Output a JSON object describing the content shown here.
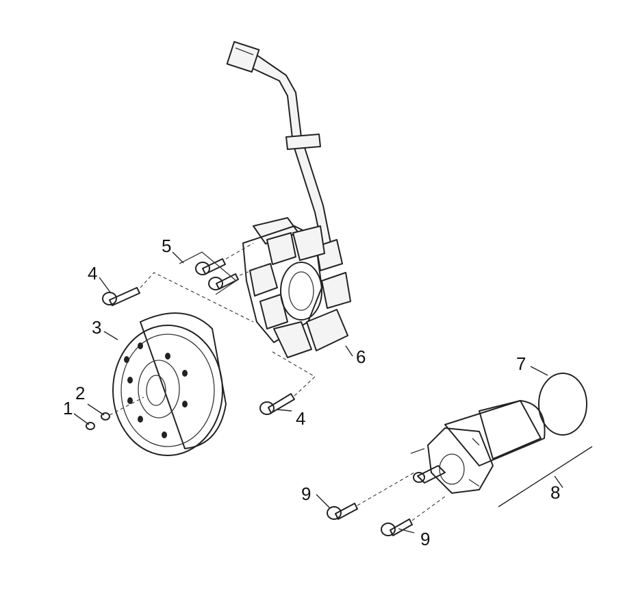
{
  "diagram": {
    "callouts": [
      {
        "id": "c1",
        "label": "1"
      },
      {
        "id": "c2",
        "label": "2"
      },
      {
        "id": "c3",
        "label": "3"
      },
      {
        "id": "c4a",
        "label": "4"
      },
      {
        "id": "c4b",
        "label": "4"
      },
      {
        "id": "c5",
        "label": "5"
      },
      {
        "id": "c6",
        "label": "6"
      },
      {
        "id": "c7",
        "label": "7"
      },
      {
        "id": "c8",
        "label": "8"
      },
      {
        "id": "c9a",
        "label": "9"
      },
      {
        "id": "c9b",
        "label": "9"
      }
    ]
  }
}
